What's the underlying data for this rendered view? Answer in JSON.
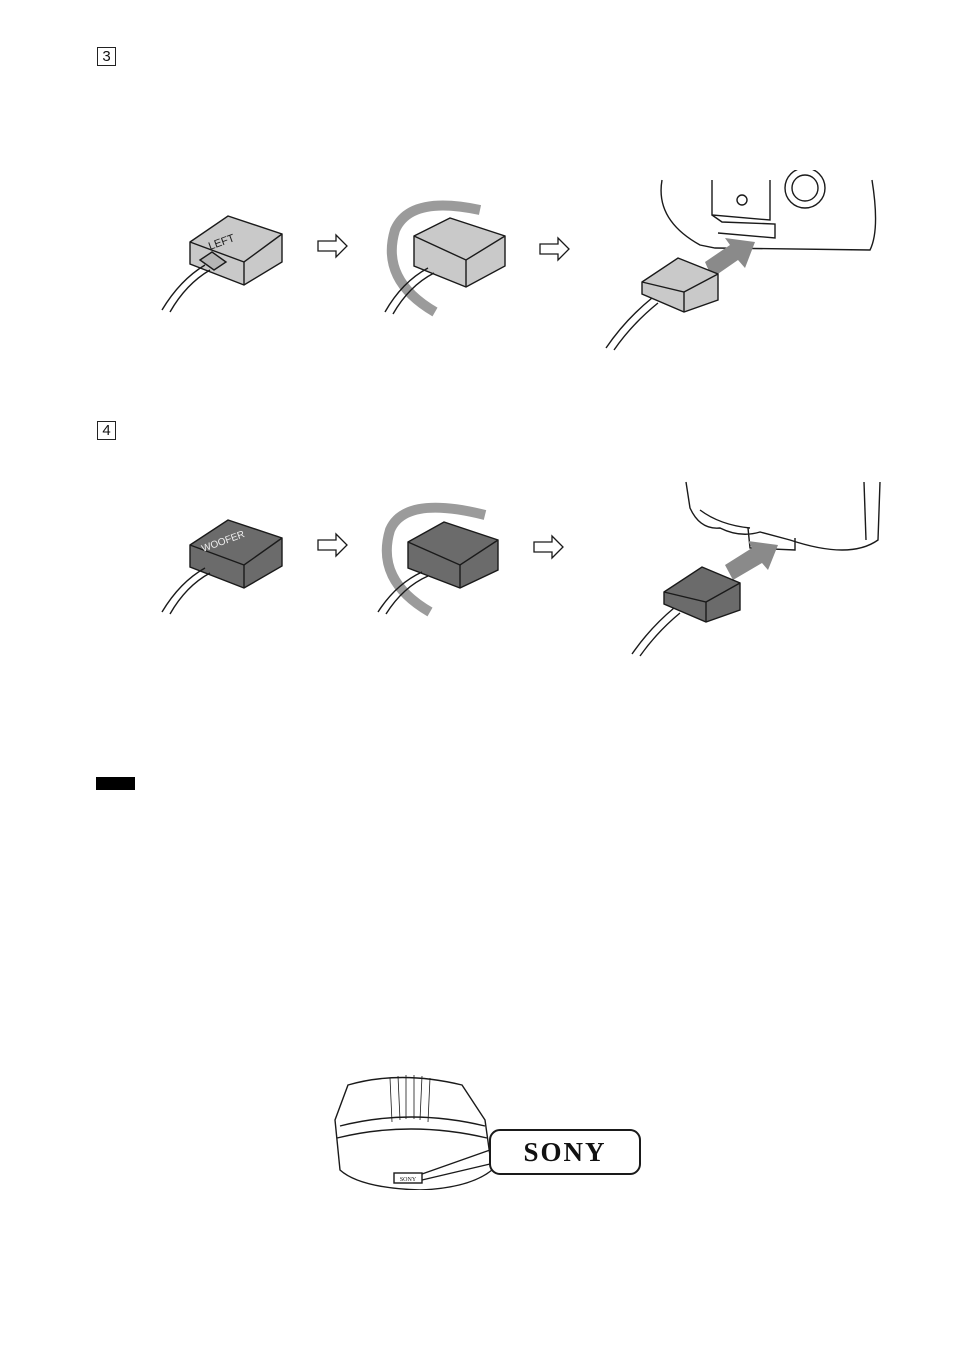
{
  "steps": [
    {
      "number": "3",
      "plug_label": "LEFT"
    },
    {
      "number": "4",
      "plug_label": "WOOFER"
    }
  ],
  "logo": {
    "brand": "SONY",
    "small_brand": "SONY"
  },
  "colors": {
    "plug_light": "#c9c9c9",
    "plug_dark": "#6b6b6b",
    "arrow_fill": "#8a8a8a",
    "line": "#1a1a1a"
  }
}
